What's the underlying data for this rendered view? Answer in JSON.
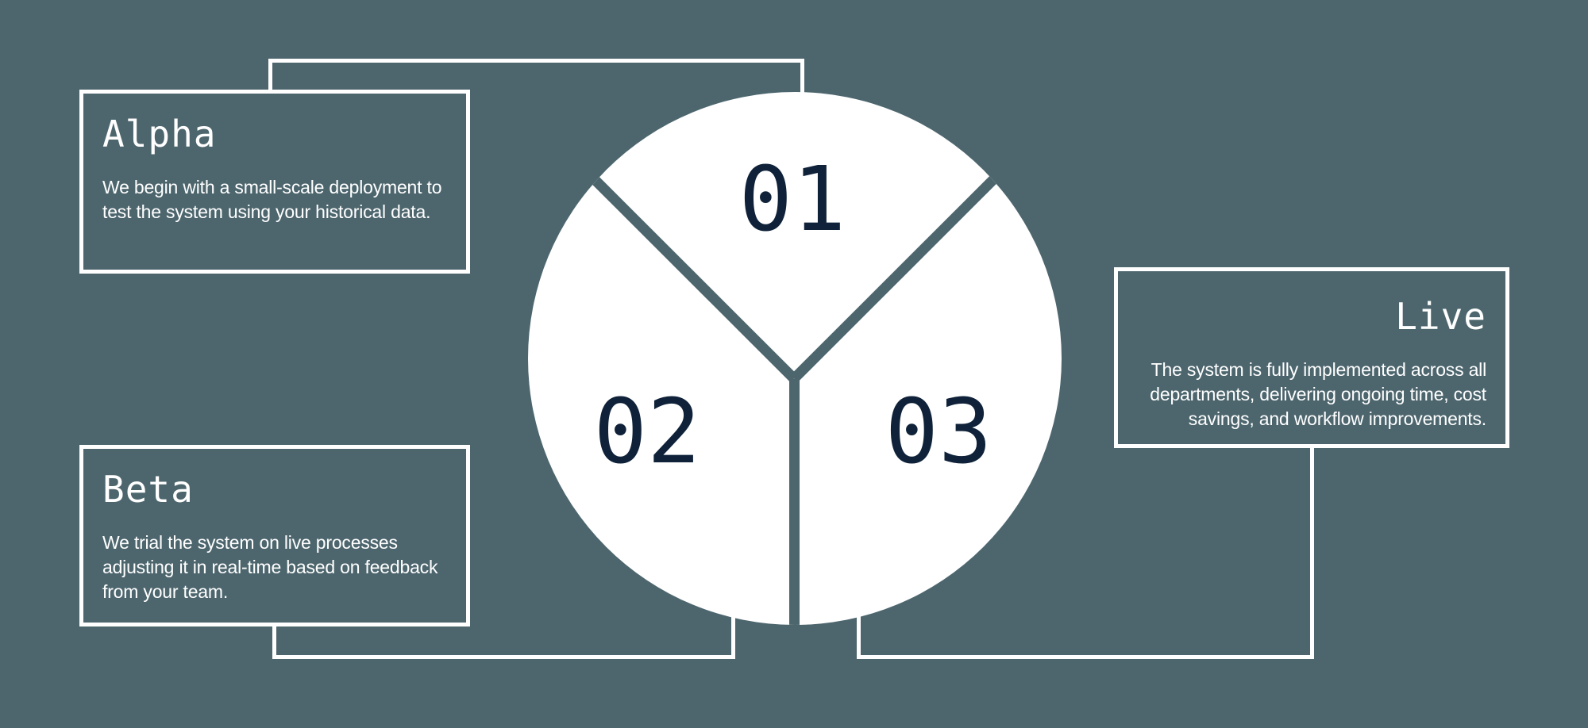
{
  "diagram": {
    "kind": "three-phase-process-infographic",
    "colors": {
      "background": "#4d666e",
      "circle_fill": "#ffffff",
      "number_text": "#0f2239",
      "card_border": "#ffffff",
      "card_text": "#ffffff",
      "connector_line": "#ffffff"
    },
    "phases": [
      {
        "number": "01",
        "title": "Alpha",
        "description": "We begin with a small-scale deployment to\ntest the system using your historical data."
      },
      {
        "number": "02",
        "title": "Beta",
        "description": "We trial the system on live processes\nadjusting it in real-time based on feedback\nfrom your team."
      },
      {
        "number": "03",
        "title": "Live",
        "description": "The system is fully implemented across all\ndepartments, delivering ongoing time, cost\nsavings, and workflow improvements."
      }
    ]
  }
}
